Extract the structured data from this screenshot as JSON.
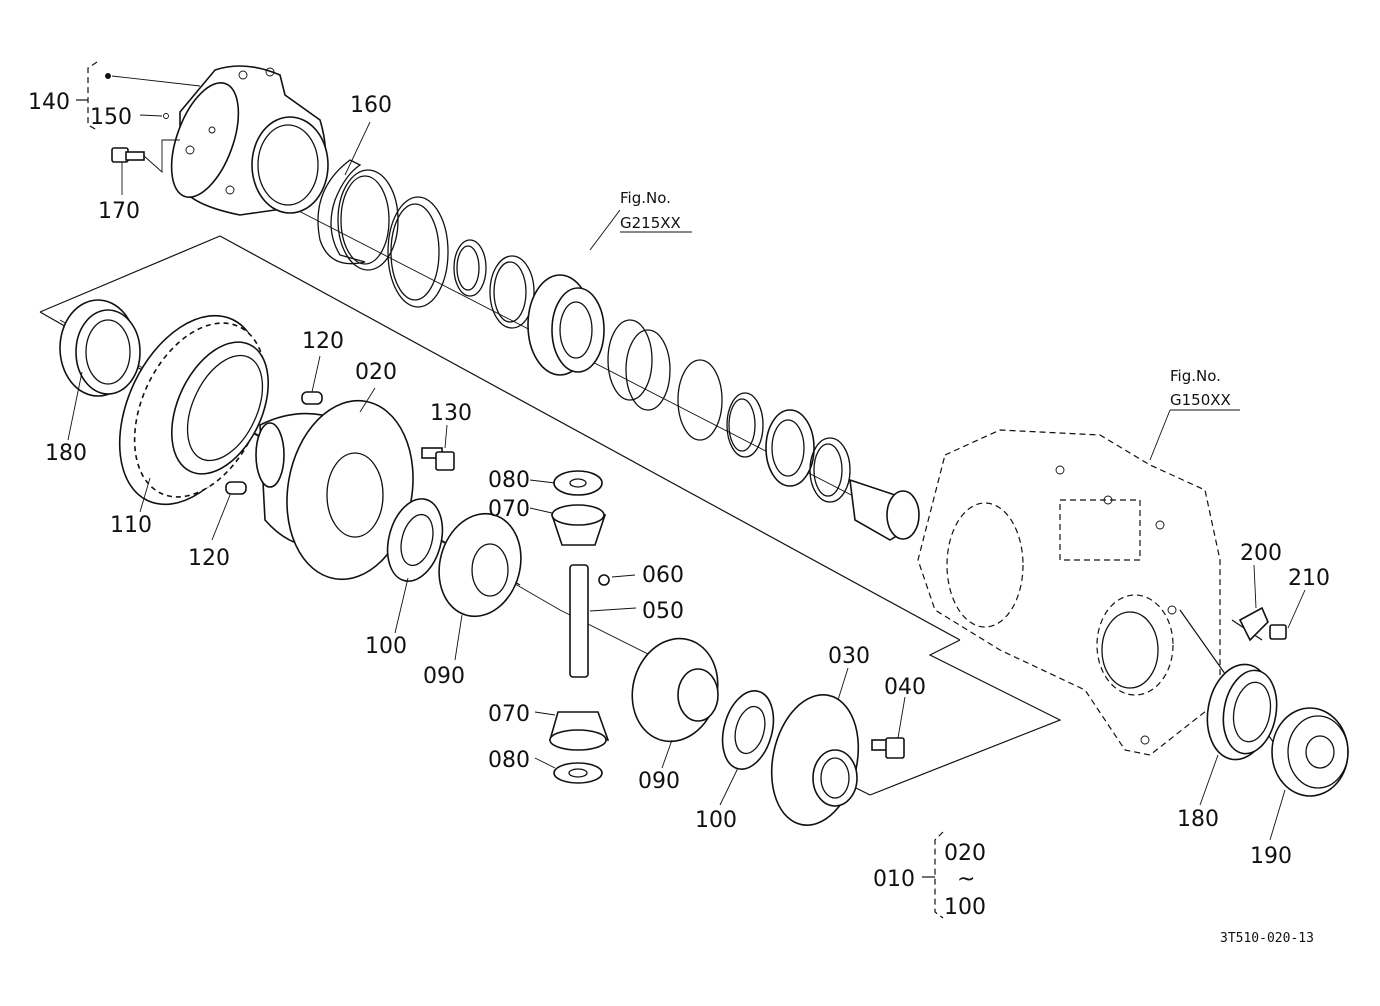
{
  "fig_refs": [
    {
      "id": "g215",
      "line1": "Fig.No.",
      "line2": "G215XX"
    },
    {
      "id": "g150",
      "line1": "Fig.No.",
      "line2": "G150XX"
    }
  ],
  "part_labels": [
    {
      "id": "p140",
      "text": "140"
    },
    {
      "id": "p150",
      "text": "150"
    },
    {
      "id": "p160",
      "text": "160"
    },
    {
      "id": "p170",
      "text": "170"
    },
    {
      "id": "p180a",
      "text": "180"
    },
    {
      "id": "p110",
      "text": "110"
    },
    {
      "id": "p120a",
      "text": "120"
    },
    {
      "id": "p120b",
      "text": "120"
    },
    {
      "id": "p020",
      "text": "020"
    },
    {
      "id": "p130",
      "text": "130"
    },
    {
      "id": "p080a",
      "text": "080"
    },
    {
      "id": "p070a",
      "text": "070"
    },
    {
      "id": "p060",
      "text": "060"
    },
    {
      "id": "p050",
      "text": "050"
    },
    {
      "id": "p100a",
      "text": "100"
    },
    {
      "id": "p090a",
      "text": "090"
    },
    {
      "id": "p070b",
      "text": "070"
    },
    {
      "id": "p080b",
      "text": "080"
    },
    {
      "id": "p090b",
      "text": "090"
    },
    {
      "id": "p100b",
      "text": "100"
    },
    {
      "id": "p030",
      "text": "030"
    },
    {
      "id": "p040",
      "text": "040"
    },
    {
      "id": "p200",
      "text": "200"
    },
    {
      "id": "p210",
      "text": "210"
    },
    {
      "id": "p180b",
      "text": "180"
    },
    {
      "id": "p190",
      "text": "190"
    }
  ],
  "assembly": {
    "label": "010",
    "range_start": "020",
    "range_sep": "~",
    "range_end": "100"
  },
  "drawing_code": "3T510-020-13"
}
